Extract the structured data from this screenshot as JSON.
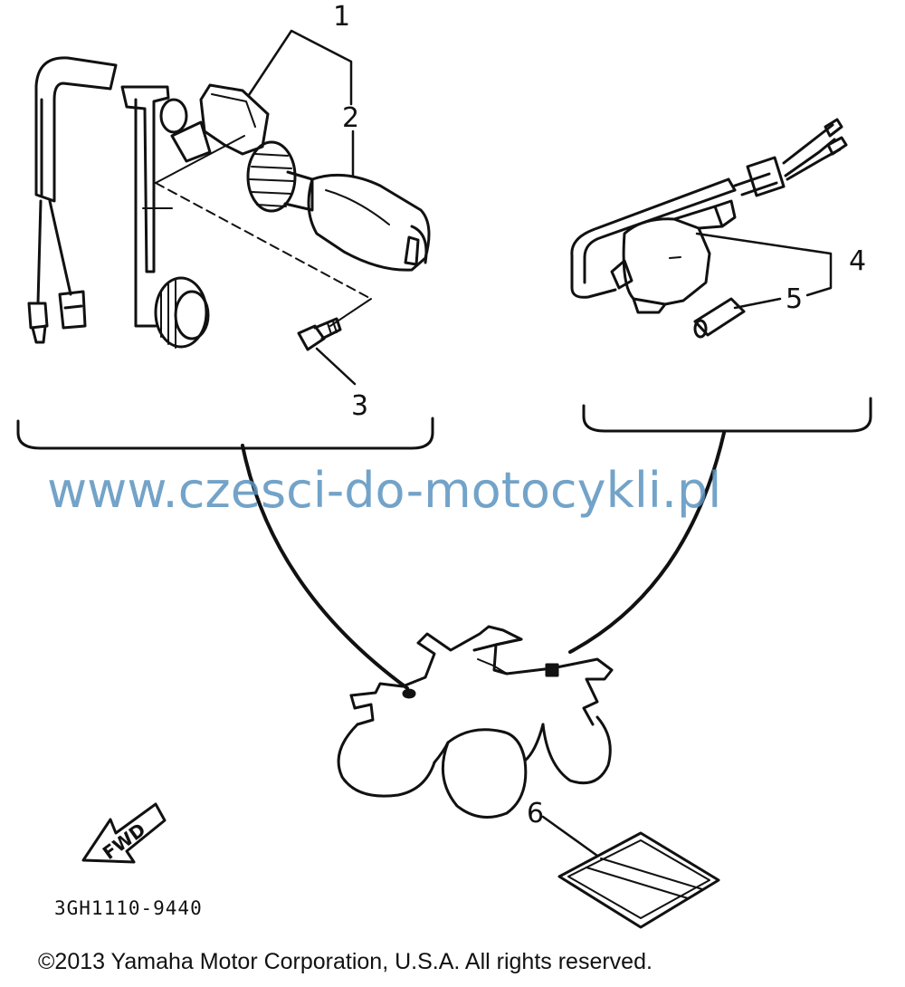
{
  "callouts": {
    "c1": "1",
    "c2": "2",
    "c3": "3",
    "c4": "4",
    "c5": "5",
    "c6": "6"
  },
  "direction_label": "FWD",
  "diagram_code": "3GH1110-9440",
  "watermark": "www.czesci-do-motocykli.pl",
  "copyright": "©2013 Yamaha Motor Corporation, U.S.A. All rights reserved.",
  "colors": {
    "ink": "#111111",
    "watermark": "#5b93bf",
    "background": "#ffffff"
  },
  "icons": {
    "direction_arrow": "fwd-arrow-icon"
  }
}
